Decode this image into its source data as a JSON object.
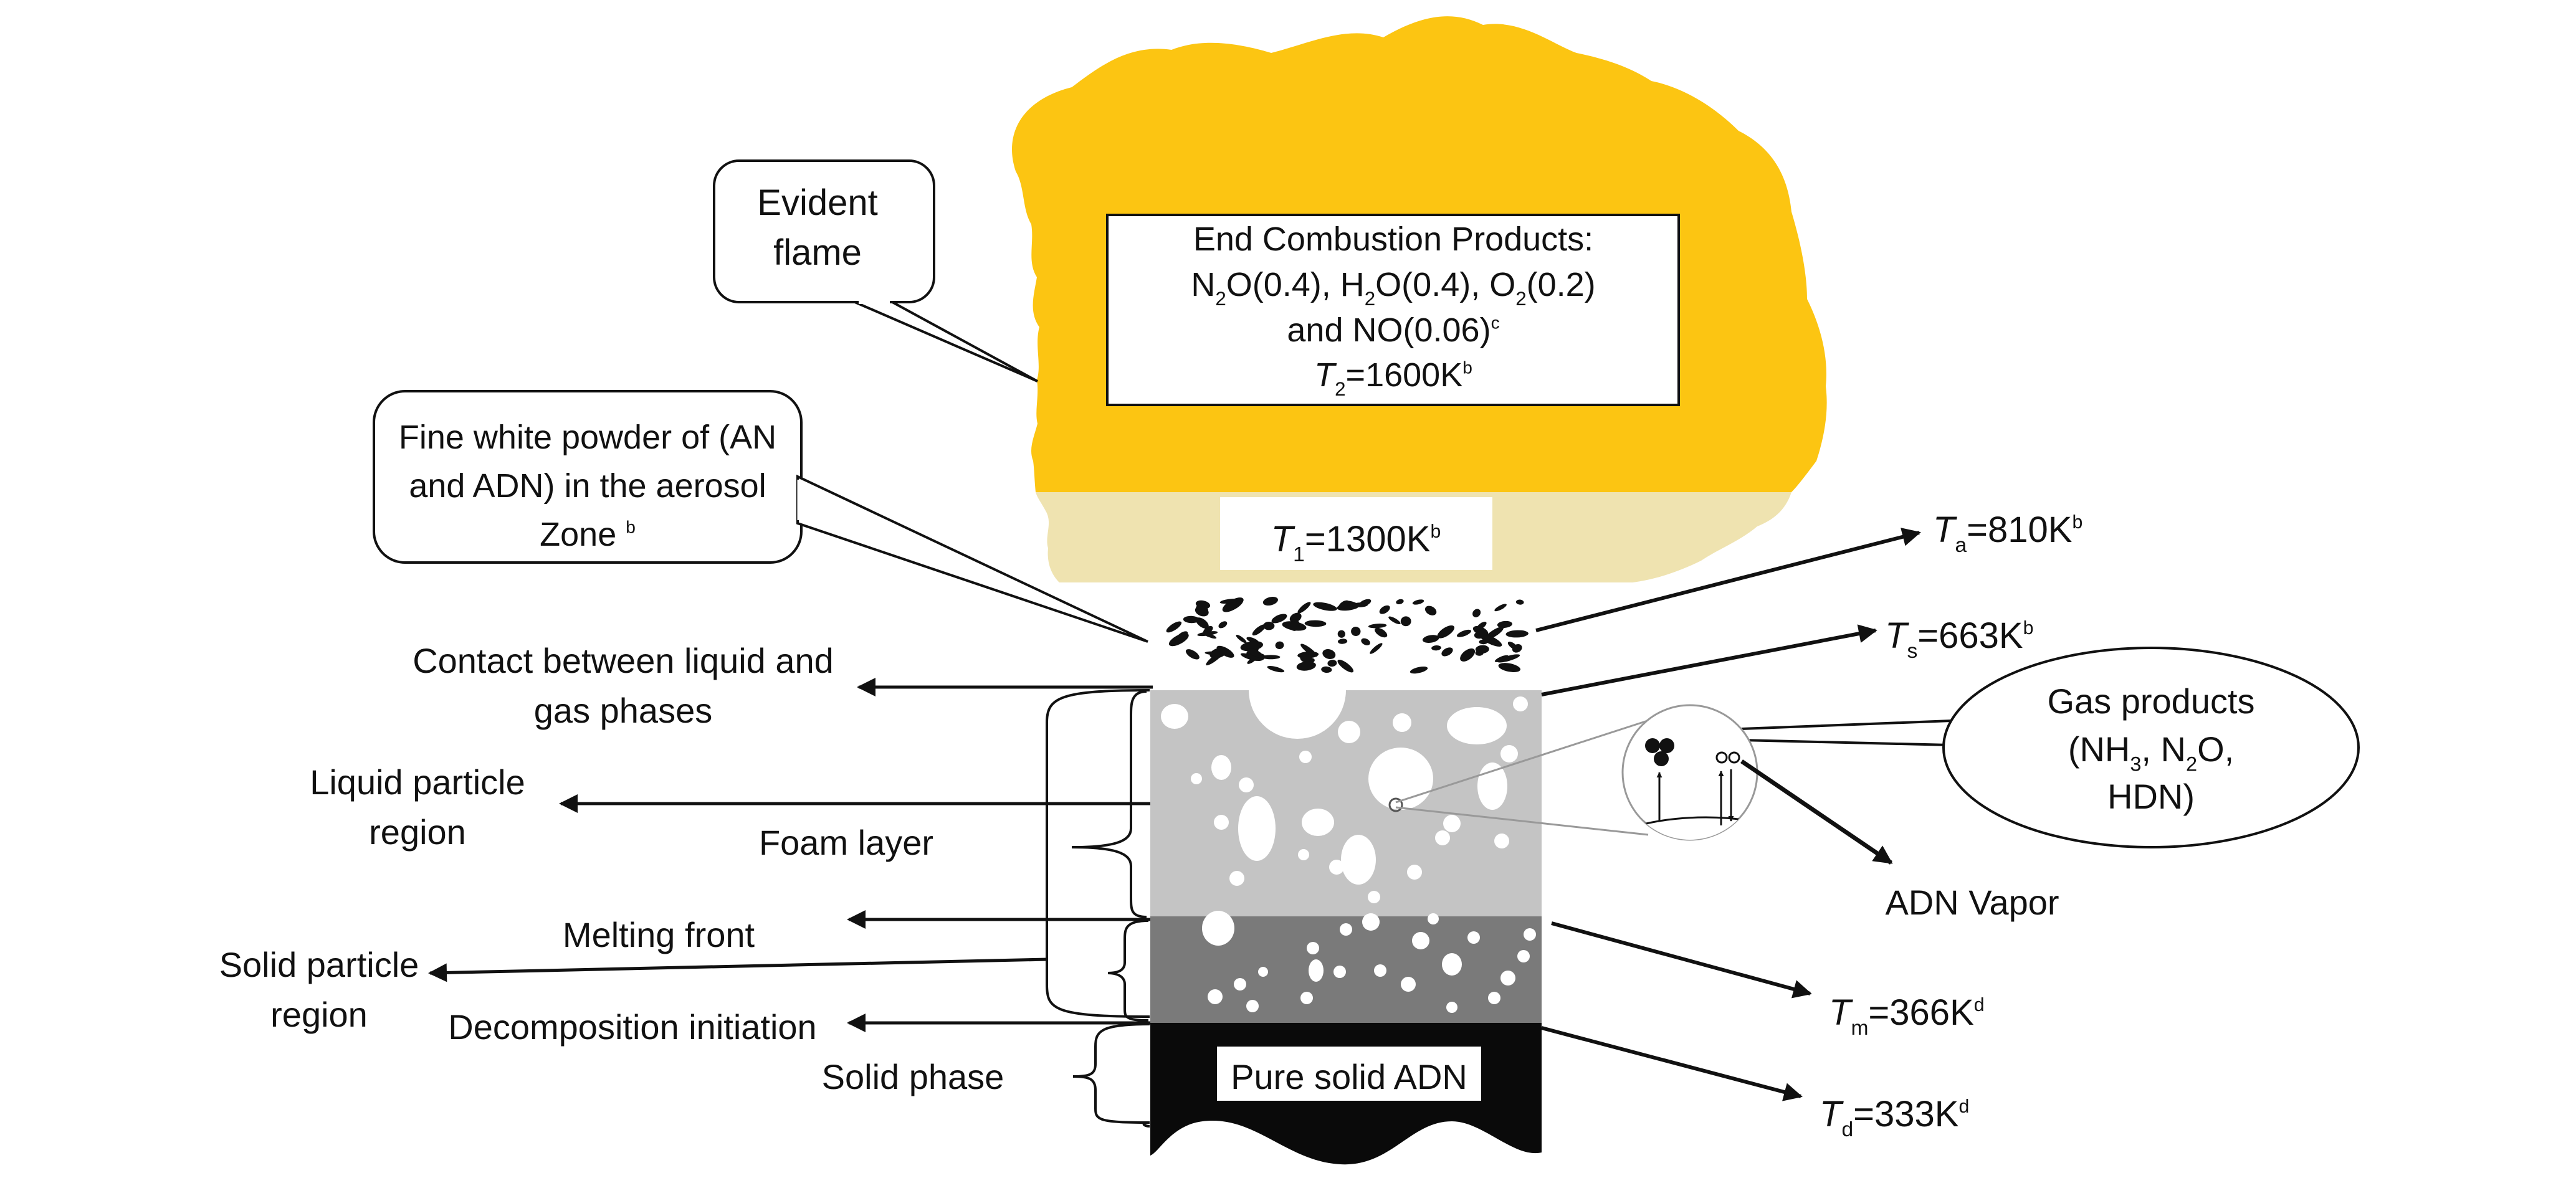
{
  "colors": {
    "flame": "#FCC512",
    "flame_edge": "#B98F0B",
    "aerosol_band": "#EFE3B0",
    "foam": "#C4C4C4",
    "melt": "#7A7A7A",
    "solid": "#0A0A0A",
    "text": "#111111"
  },
  "flame_box": {
    "line1": "End Combustion Products:",
    "line2": [
      {
        "t": "N"
      },
      {
        "t": "2",
        "sub": true
      },
      {
        "t": "O(0.4), H"
      },
      {
        "t": "2",
        "sub": true
      },
      {
        "t": "O(0.4), O"
      },
      {
        "t": "2",
        "sub": true
      },
      {
        "t": "(0.2)"
      }
    ],
    "line3": [
      {
        "t": "and NO(0.06)"
      },
      {
        "t": "c",
        "sup": true
      }
    ],
    "line4": [
      {
        "t": "T",
        "ital": true
      },
      {
        "t": "2",
        "sub": true
      },
      {
        "t": "=1600K"
      },
      {
        "t": "b",
        "sup": true
      }
    ]
  },
  "t1_label": [
    {
      "t": "T",
      "ital": true
    },
    {
      "t": "1",
      "sub": true
    },
    {
      "t": "=1300K"
    },
    {
      "t": "b",
      "sup": true
    }
  ],
  "callout_flame": {
    "lines": [
      "Evident",
      "flame"
    ]
  },
  "callout_powder": {
    "line1": "Fine white powder of (AN",
    "line2": "and ADN) in the aerosol",
    "line3": [
      {
        "t": "Zone "
      },
      {
        "t": "b",
        "sup": true
      }
    ]
  },
  "callout_gas": {
    "line1": "Gas products",
    "line2": [
      {
        "t": "(NH"
      },
      {
        "t": "3",
        "sub": true
      },
      {
        "t": ", N"
      },
      {
        "t": "2",
        "sub": true
      },
      {
        "t": "O,"
      }
    ],
    "line3": "HDN)"
  },
  "left_labels": {
    "contact": [
      "Contact between liquid and",
      "gas phases"
    ],
    "liquid_region": [
      "Liquid particle",
      "region"
    ],
    "foam_layer": "Foam layer",
    "melting_front": "Melting front",
    "solid_region": [
      "Solid particle",
      "region"
    ],
    "decomposition": "Decomposition initiation",
    "solid_phase": "Solid phase"
  },
  "pure_solid_label": "Pure solid ADN",
  "adn_vapor_label": "ADN Vapor",
  "temperatures": {
    "ta": [
      {
        "t": "T",
        "ital": true
      },
      {
        "t": "a",
        "sub": true
      },
      {
        "t": "=810K"
      },
      {
        "t": "b",
        "sup": true
      }
    ],
    "ts": [
      {
        "t": "T",
        "ital": true
      },
      {
        "t": "s",
        "sub": true
      },
      {
        "t": "=663K"
      },
      {
        "t": "b",
        "sup": true
      }
    ],
    "tm": [
      {
        "t": "T",
        "ital": true
      },
      {
        "t": "m",
        "sub": true
      },
      {
        "t": "=366K"
      },
      {
        "t": "d",
        "sup": true
      }
    ],
    "td": [
      {
        "t": "T",
        "ital": true
      },
      {
        "t": "d",
        "sub": true
      },
      {
        "t": "=333K"
      },
      {
        "t": "d",
        "sup": true
      }
    ]
  }
}
